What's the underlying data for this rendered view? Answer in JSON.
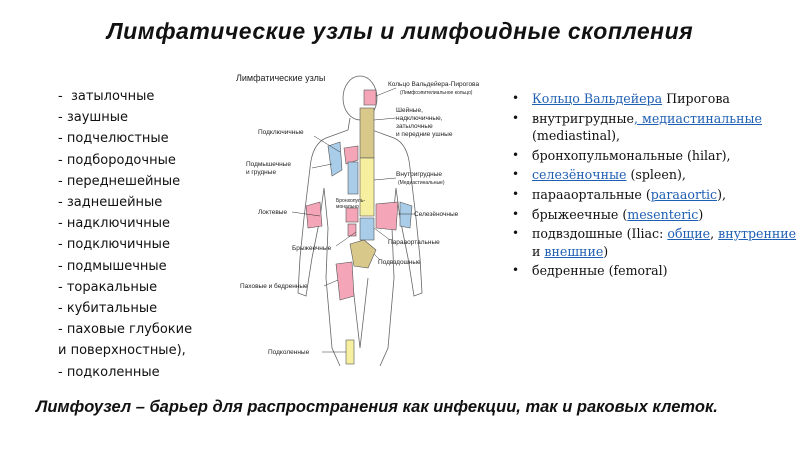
{
  "title": "Лимфатические узлы и лимфоидные скопления",
  "left_list": [
    "-  затылочные",
    "- заушные",
    "- подчелюстные",
    "- подбородочные",
    "- переднешейные",
    "- заднешейные",
    "- надключичные",
    "- подключичные",
    "- подмышечные",
    "- торакальные",
    "- кубитальные",
    "- паховые глубокие\nи поверхностные),",
    "- подколенные"
  ],
  "diagram": {
    "title": "Лимфатические узлы",
    "labels": {
      "pirogov": "Кольцо Вальдейера-Пирогова",
      "pirogov_sub": "(Лимфоэпителиальное кольцо)",
      "neck": "Шейные,",
      "neck2": "надключичные,",
      "neck3": "затылочные",
      "neck4": "и передние ушные",
      "subclavian": "Подключичные",
      "axillary": "Подмышечные",
      "axillary2": "и грудные",
      "intrathoracic": "Внутригрудные",
      "intrathoracic_sub": "(Медиастинальные)",
      "bronchopulm": "Бронхопуль-",
      "bronchopulm2": "монально",
      "elbow": "Локтевые",
      "spleen": "Селезёночные",
      "mesenteric": "Брыжеечные",
      "paraaortic": "Парааортальные",
      "iliac": "Подвздошные",
      "inguinal": "Паховые и бедренные",
      "popliteal": "Подколенные"
    }
  },
  "right_list": [
    {
      "parts": [
        {
          "t": "Кольцо Вальдейера",
          "link": true
        },
        {
          "t": " Пирогова",
          "link": false
        }
      ]
    },
    {
      "parts": [
        {
          "t": "внутригрудные",
          "link": false
        },
        {
          "t": ", медиастинальные",
          "link": true
        },
        {
          "t": " (mediastinal),",
          "link": false
        }
      ]
    },
    {
      "parts": [
        {
          "t": "бронхопульмональные (hilar),",
          "link": false
        }
      ]
    },
    {
      "parts": [
        {
          "t": "селезёночные",
          "link": true
        },
        {
          "t": " (spleen),",
          "link": false
        }
      ]
    },
    {
      "parts": [
        {
          "t": "парааортальные (",
          "link": false
        },
        {
          "t": "paraaortic",
          "link": true
        },
        {
          "t": "),",
          "link": false
        }
      ]
    },
    {
      "parts": [
        {
          "t": "брыжеечные (",
          "link": false
        },
        {
          "t": "mesenteric",
          "link": true
        },
        {
          "t": ")",
          "link": false
        }
      ]
    },
    {
      "parts": [
        {
          "t": "подвздошные (Iliac: ",
          "link": false
        },
        {
          "t": "общие",
          "link": true
        },
        {
          "t": ", ",
          "link": false
        },
        {
          "t": "внутренние",
          "link": true
        },
        {
          "t": " и ",
          "link": false
        },
        {
          "t": "внешние",
          "link": true
        },
        {
          "t": ")",
          "link": false
        }
      ]
    },
    {
      "parts": [
        {
          "t": "бедренные (femoral)",
          "link": false
        }
      ]
    }
  ],
  "footer": "Лимфоузел – барьер для распространения как инфекции, так и раковых клеток.",
  "colors": {
    "link": "#1f5fb3",
    "pink": "#f4a6b8",
    "blue": "#a9cde8",
    "yellow": "#f6efa0",
    "olive": "#d8c98a",
    "tan": "#e9c99a"
  }
}
